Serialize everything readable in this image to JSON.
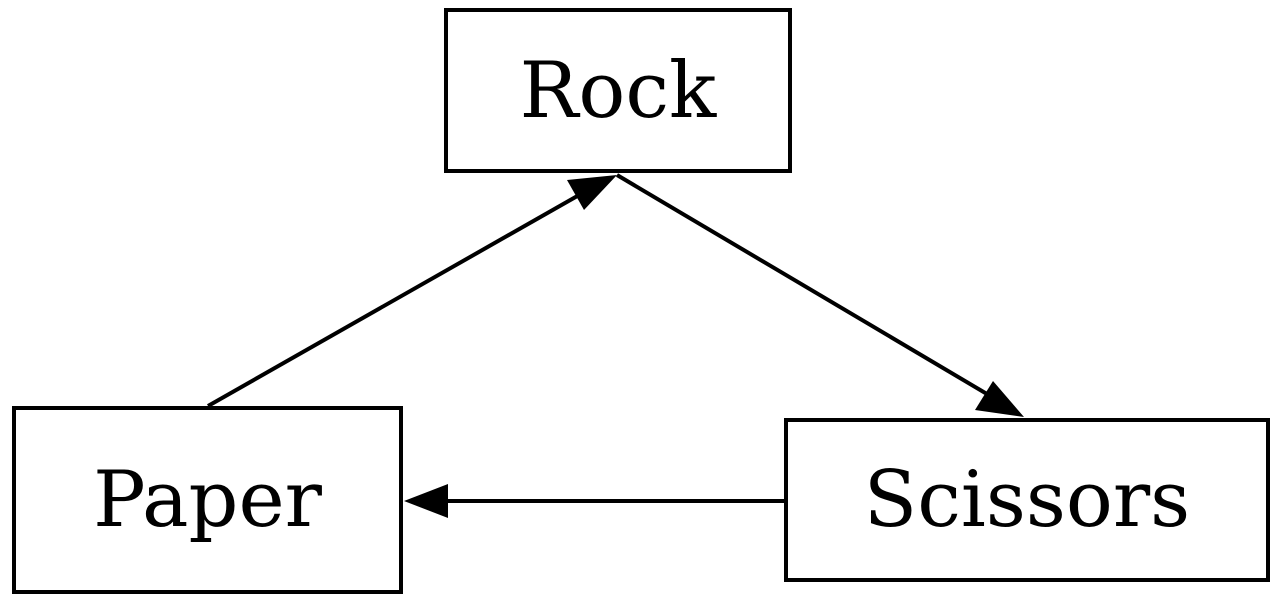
{
  "diagram": {
    "nodes": {
      "rock": {
        "label": "Rock"
      },
      "paper": {
        "label": "Paper"
      },
      "scissors": {
        "label": "Scissors"
      }
    },
    "edges": [
      {
        "from": "paper",
        "to": "rock"
      },
      {
        "from": "rock",
        "to": "scissors"
      },
      {
        "from": "scissors",
        "to": "paper"
      }
    ],
    "colors": {
      "stroke": "#000000",
      "background": "#ffffff"
    }
  }
}
